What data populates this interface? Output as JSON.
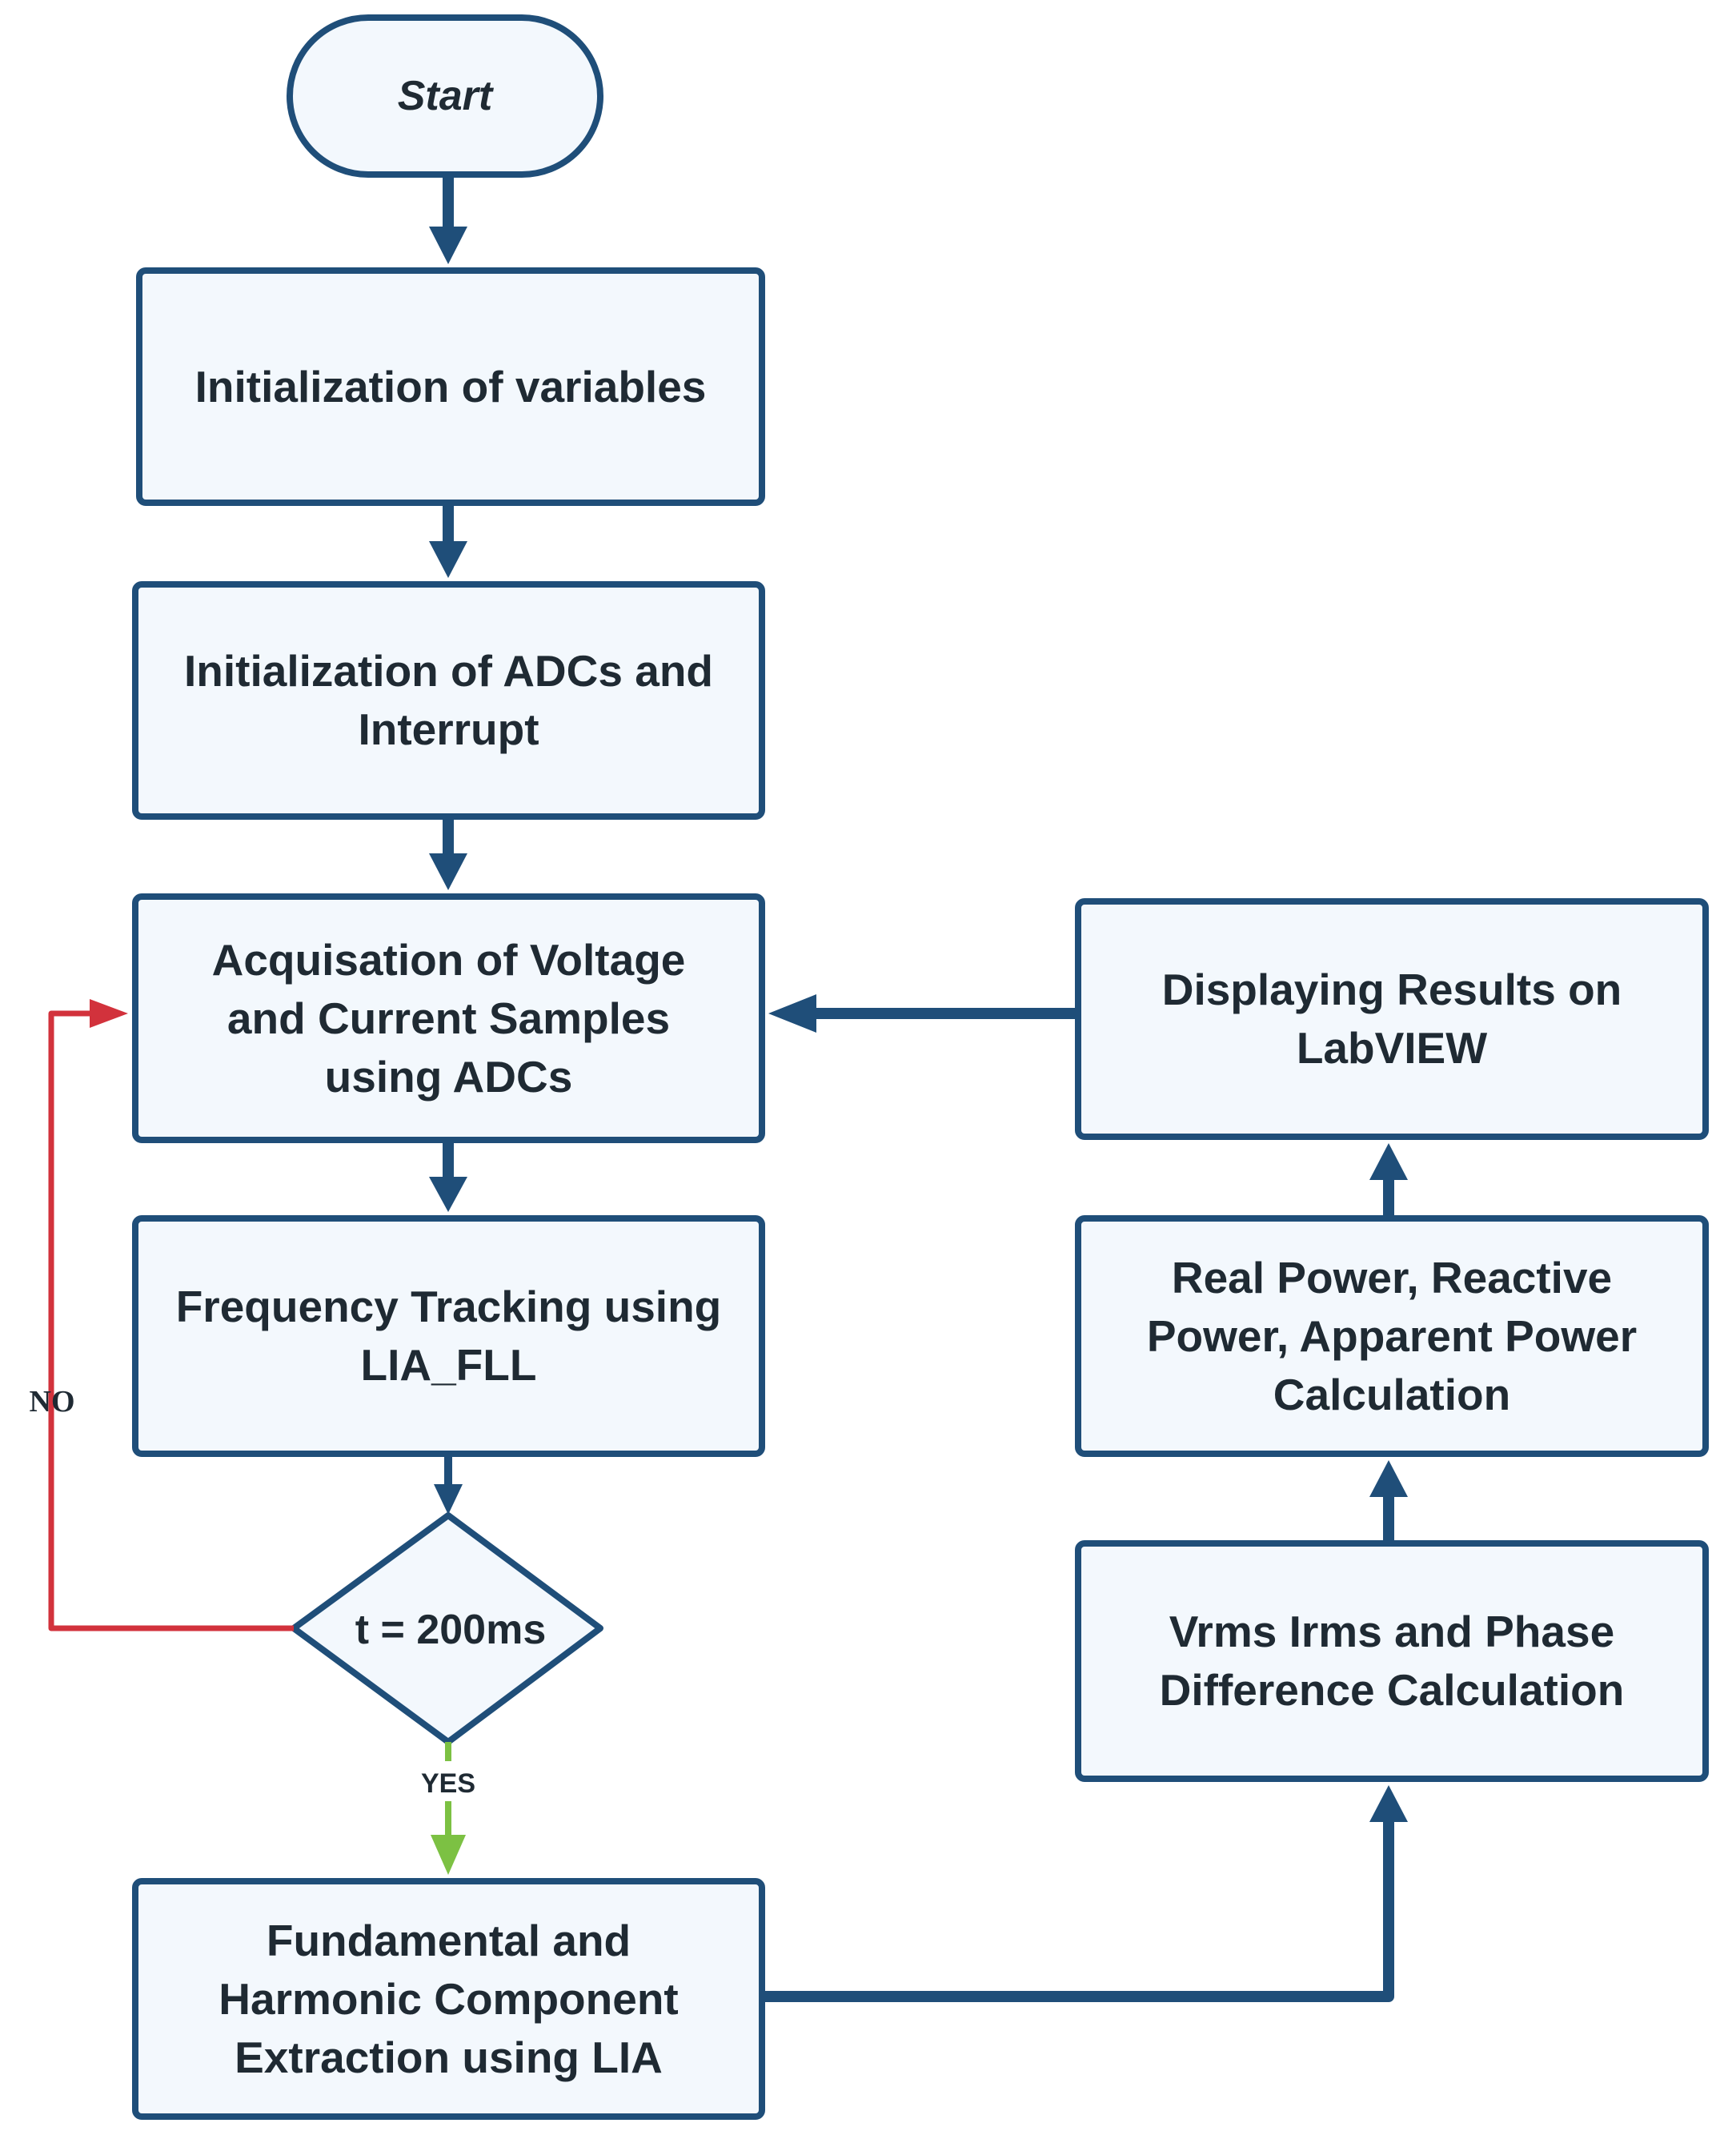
{
  "colors": {
    "main": "#1f4e79",
    "fill": "#f3f8fd",
    "text": "#1f2a33",
    "no_branch": "#d2323c",
    "yes_branch": "#7cc143"
  },
  "nodes": {
    "start": "Start",
    "init_variables": "Initialization of variables",
    "init_adcs": "Initialization of ADCs and\nInterrupt",
    "acquisition": "Acquisation of Voltage\nand Current Samples\nusing ADCs",
    "frequency_tracking": "Frequency Tracking using\nLIA_FLL",
    "decision": "t = 200ms",
    "extraction": "Fundamental and\nHarmonic Component\nExtraction using LIA",
    "vrms": "Vrms Irms and Phase\nDifference Calculation",
    "power": "Real Power, Reactive\nPower, Apparent Power\nCalculation",
    "display": "Displaying Results on\nLabVIEW"
  },
  "branch_labels": {
    "no": "NO",
    "yes": "YES"
  }
}
